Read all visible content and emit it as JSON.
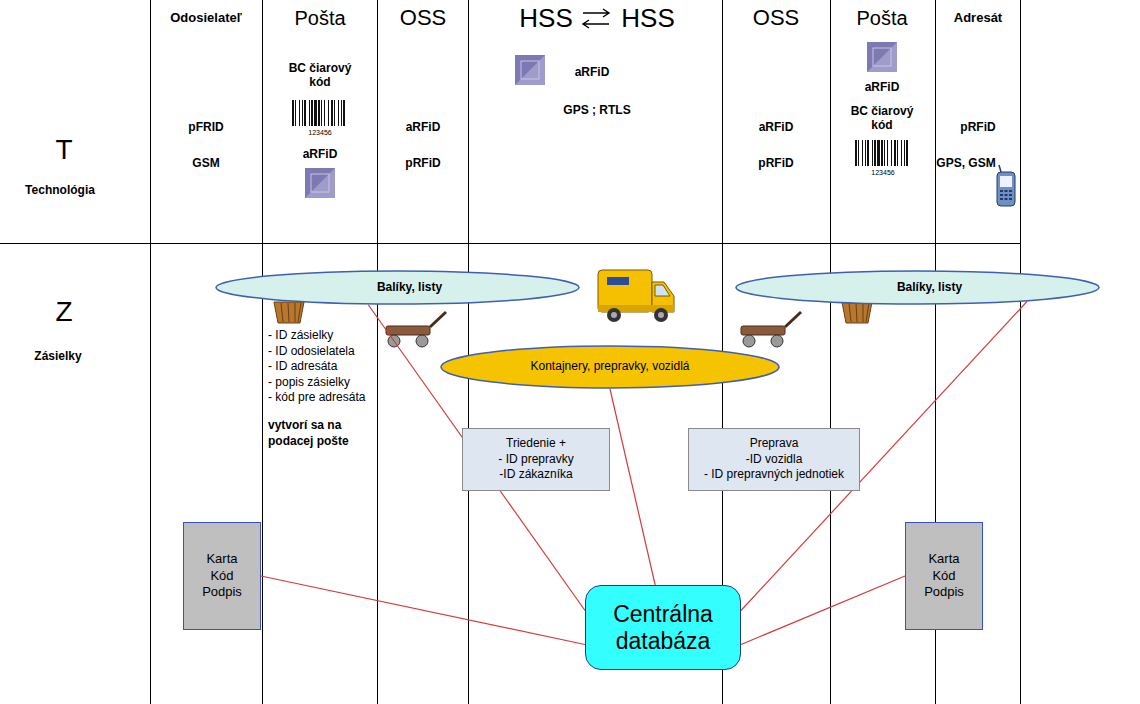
{
  "diagram": {
    "nodes": [
      {
        "text": [
          "Balíky, listy"
        ]
      },
      {
        "text": [
          "Balíky, listy"
        ]
      },
      {
        "text": [
          "Kontajnery, prepravky, vozidlá"
        ]
      },
      {
        "text": [
          "Triedenie +",
          "- ID prepravky",
          "-ID zákazníka"
        ]
      },
      {
        "text": [
          "Preprava",
          "-ID vozidla",
          "- ID prepravných jednotiek"
        ]
      },
      {
        "text": [
          "Karta",
          "Kód",
          "Podpis"
        ]
      },
      {
        "text": [
          "Karta",
          "Kód",
          "Podpis"
        ]
      },
      {
        "text": [
          "Centrálna databáza"
        ]
      }
    ],
    "edges": [
      {
        "from": 5,
        "to": 7,
        "arrow": "none"
      },
      {
        "from": 0,
        "to": 7,
        "arrow": "none"
      },
      {
        "from": 2,
        "to": 7,
        "arrow": "none"
      },
      {
        "from": 1,
        "to": 7,
        "arrow": "none"
      },
      {
        "from": 6,
        "to": 7,
        "arrow": "none"
      }
    ],
    "labels": [
      "Odosielateľ",
      "Pošta",
      "OSS",
      "HSS",
      "HSS",
      "OSS",
      "Pošta",
      "Adresát",
      "T",
      "Technológia",
      "Z",
      "Zásielky",
      "pFRID",
      "GSM",
      "BC čiarový kód",
      "123456",
      "aRFiD",
      "aRFiD",
      "pRFiD",
      "aRFiD",
      "GPS ; RTLS",
      "aRFiD",
      "pRFiD",
      "aRFiD",
      "BC čiarový kód",
      "123456",
      "pRFiD",
      "GPS, GSM",
      "- ID zásielky",
      "- ID odosielatela",
      "- ID adresáta",
      "- popis zásielky",
      "- kód pre adresáta",
      "vytvorí sa na podacej pošte"
    ]
  }
}
